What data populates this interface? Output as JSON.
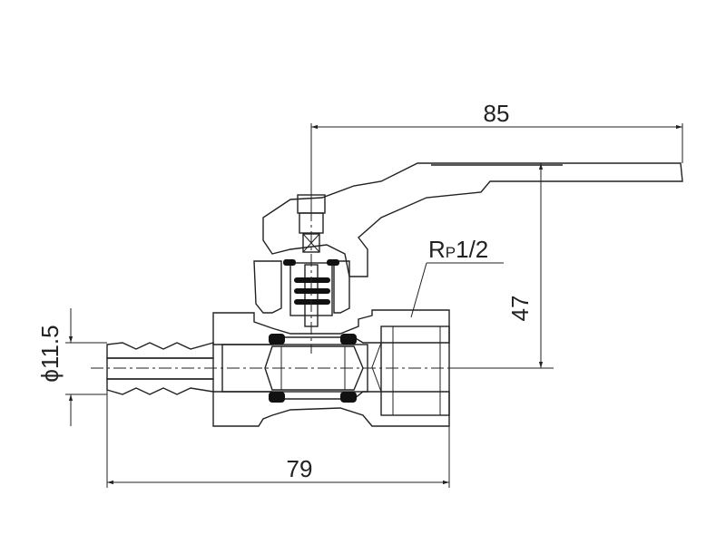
{
  "dimensions": {
    "handle_length": "85",
    "height": "47",
    "overall_length": "79",
    "hose_diameter": "ϕ11.5"
  },
  "thread_label": {
    "prefix": "R",
    "subscript": "P",
    "size": "1/2"
  },
  "colors": {
    "line": "#222222",
    "seal": "#111111",
    "background": "#ffffff"
  }
}
